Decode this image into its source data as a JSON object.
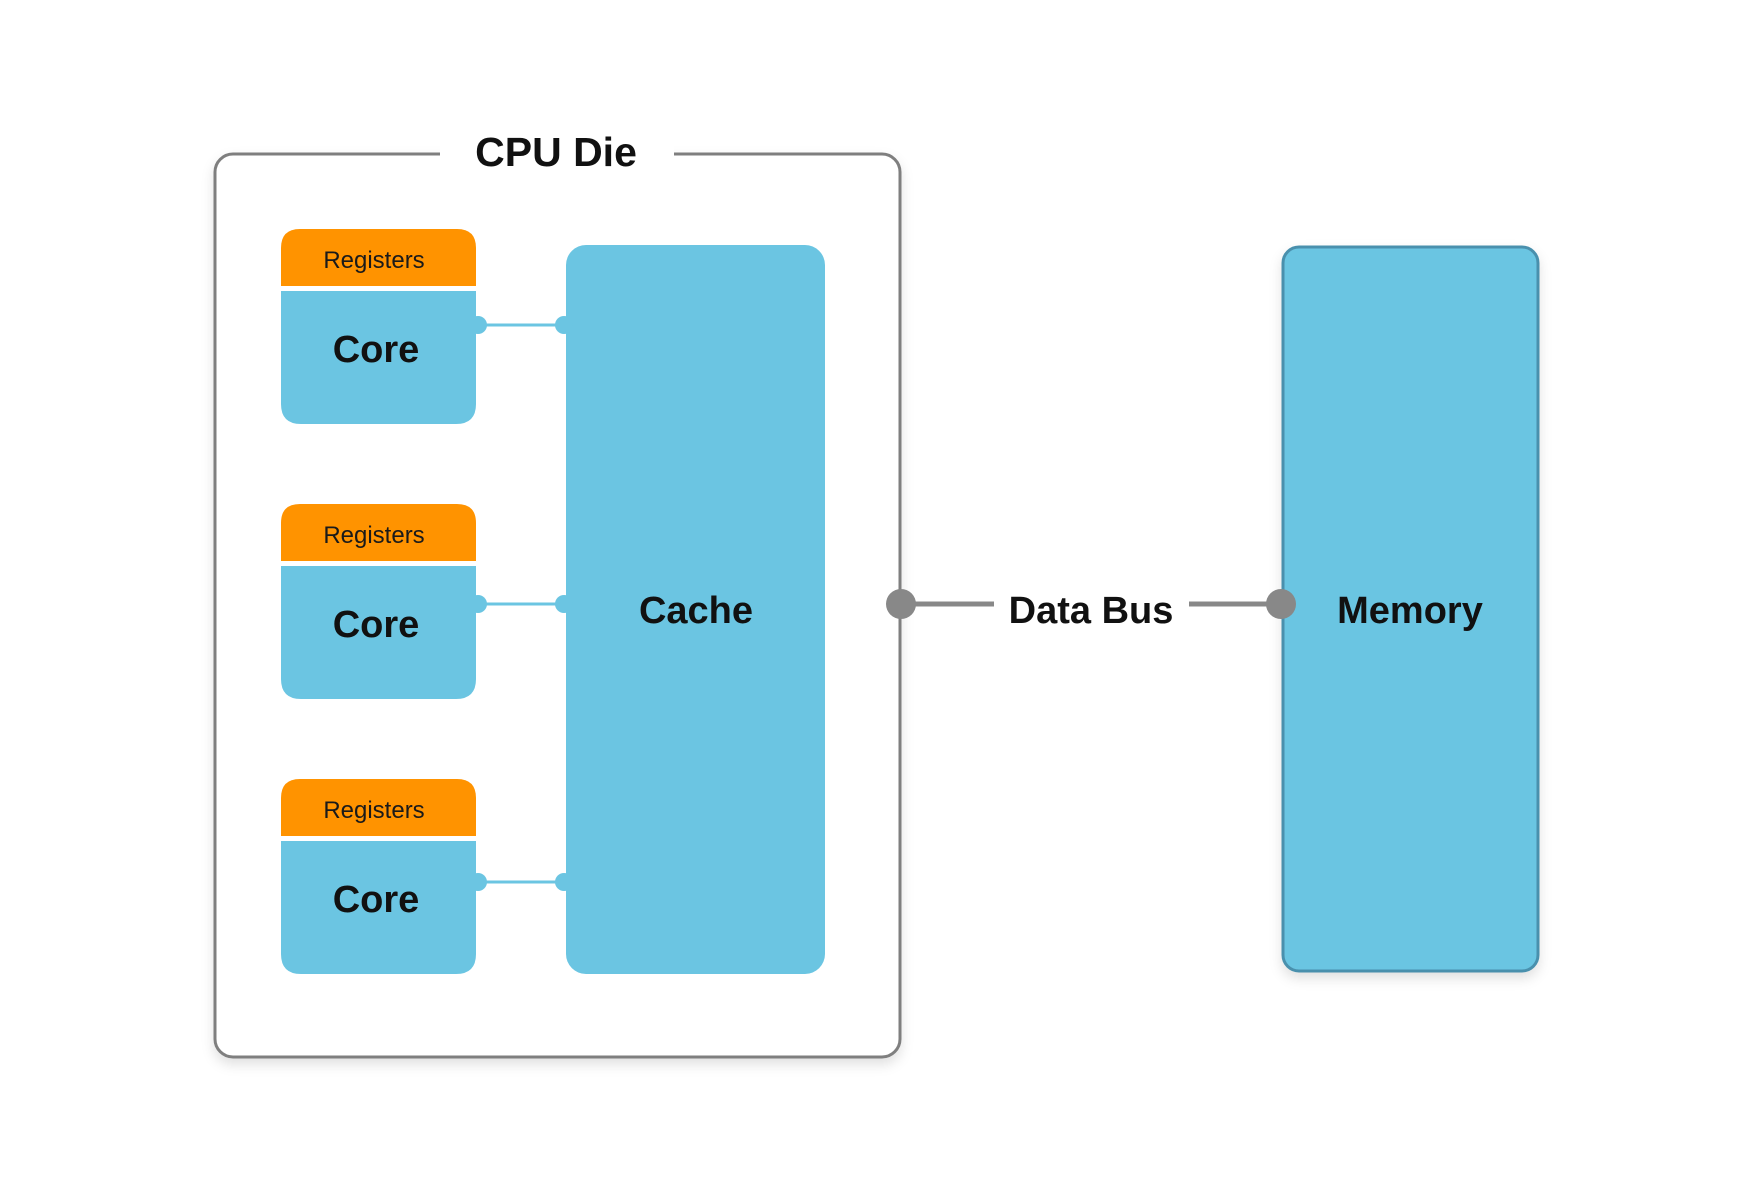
{
  "die": {
    "title": "CPU Die"
  },
  "cores": [
    {
      "registers_label": "Registers",
      "core_label": "Core"
    },
    {
      "registers_label": "Registers",
      "core_label": "Core"
    },
    {
      "registers_label": "Registers",
      "core_label": "Core"
    }
  ],
  "cache": {
    "label": "Cache"
  },
  "bus": {
    "label": "Data Bus"
  },
  "memory": {
    "label": "Memory"
  },
  "colors": {
    "component_fill": "#6bc5e2",
    "registers_fill": "#ff9300",
    "die_border": "#7f7f7f",
    "bus_line": "#888888",
    "memory_border": "#4a90ad"
  }
}
